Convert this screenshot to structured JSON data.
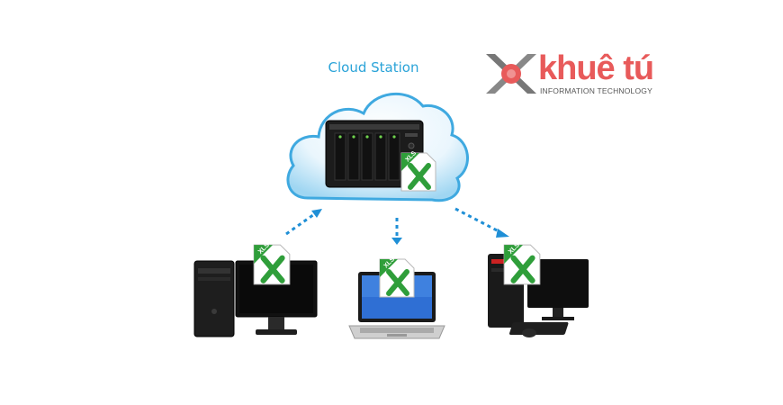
{
  "diagram": {
    "title": "Cloud Station",
    "file_badge": "XLS",
    "nodes": [
      {
        "id": "nas",
        "icon": "nas-server-icon"
      },
      {
        "id": "desktop-left",
        "icon": "desktop-computer-icon"
      },
      {
        "id": "laptop",
        "icon": "laptop-icon"
      },
      {
        "id": "desktop-right",
        "icon": "desktop-computer-icon"
      }
    ]
  },
  "logo": {
    "name": "khuê tú",
    "tagline": "INFORMATION TECHNOLOGY",
    "brand_color": "#e85a5a"
  },
  "colors": {
    "accent": "#2aa3d8",
    "excel_green": "#2f9e3a"
  }
}
